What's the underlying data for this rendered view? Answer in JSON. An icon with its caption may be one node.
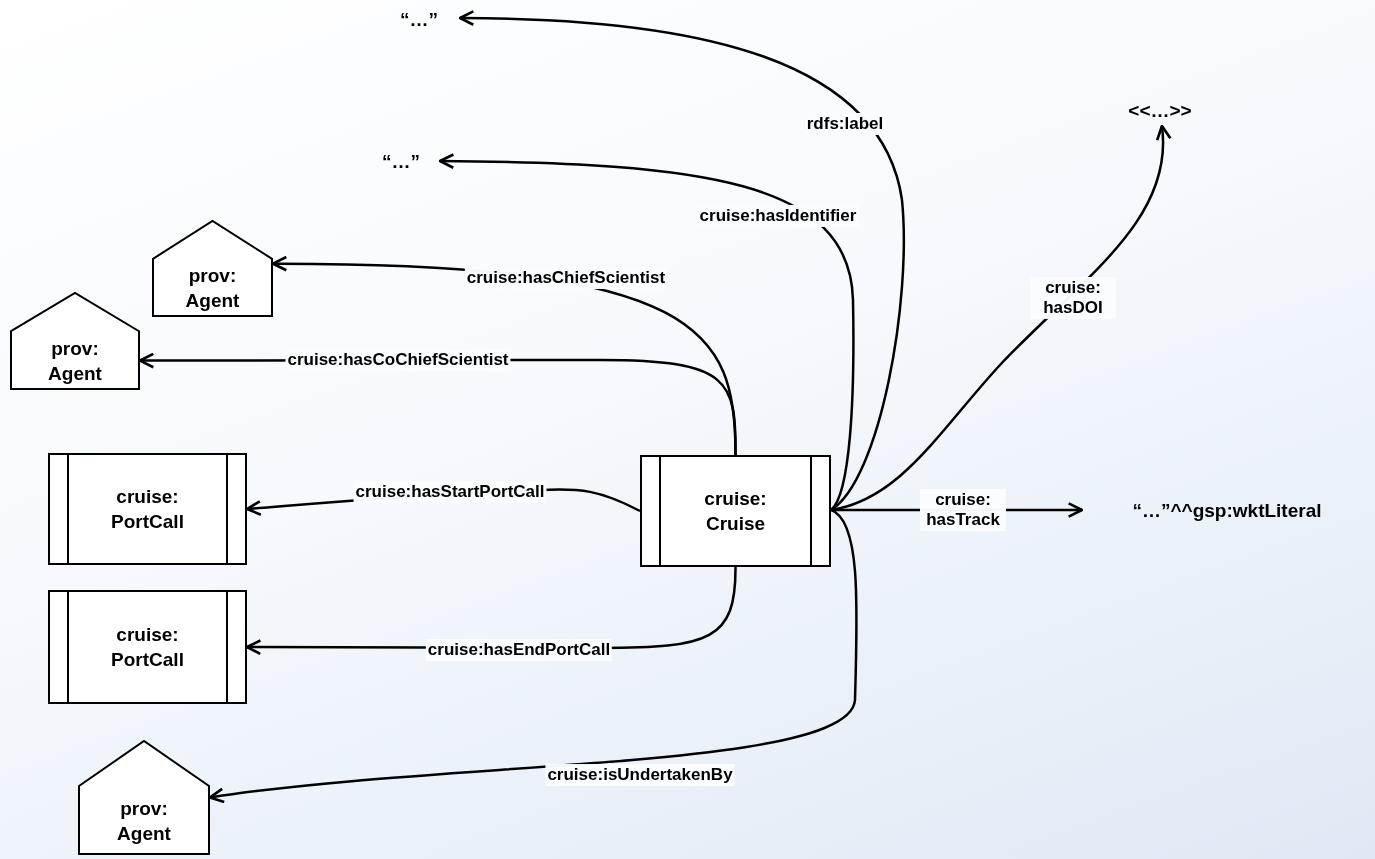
{
  "diagram": {
    "nodes": [
      {
        "text": [
          "“…”"
        ]
      },
      {
        "text": [
          "“…”"
        ]
      },
      {
        "text": [
          "<<…>>"
        ]
      },
      {
        "text": [
          "prov: Agent"
        ]
      },
      {
        "text": [
          "prov: Agent"
        ]
      },
      {
        "text": [
          "cruise: PortCall"
        ]
      },
      {
        "text": [
          "cruise: Cruise"
        ]
      },
      {
        "text": [
          "“…”^^gsp:wktLiteral"
        ]
      },
      {
        "text": [
          "cruise: PortCall"
        ]
      },
      {
        "text": [
          "prov: Agent"
        ]
      }
    ],
    "edges": [
      {
        "from": 6,
        "to": 0,
        "arrow": "to",
        "label": "rdfs:label"
      },
      {
        "from": 6,
        "to": 1,
        "arrow": "to",
        "label": "cruise:hasIdentifier"
      },
      {
        "from": 6,
        "to": 3,
        "arrow": "to",
        "label": "cruise:hasChiefScientist"
      },
      {
        "from": 6,
        "to": 4,
        "arrow": "to",
        "label": "cruise:hasCoChiefScientist"
      },
      {
        "from": 6,
        "to": 5,
        "arrow": "to",
        "label": "cruise:hasStartPortCall"
      },
      {
        "from": 6,
        "to": 8,
        "arrow": "to",
        "label": "cruise:hasEndPortCall"
      },
      {
        "from": 6,
        "to": 9,
        "arrow": "to",
        "label": "cruise:isUndertakenBy"
      },
      {
        "from": 6,
        "to": 2,
        "arrow": "to",
        "label": "cruise: hasDOI"
      },
      {
        "from": 6,
        "to": 7,
        "arrow": "to",
        "label": "cruise: hasTrack"
      }
    ]
  }
}
